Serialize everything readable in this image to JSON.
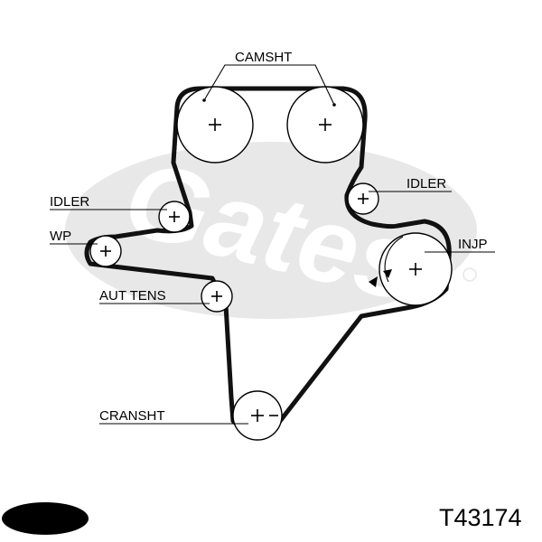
{
  "labels": {
    "camsht": "CAMSHT",
    "idler_left": "IDLER",
    "idler_right": "IDLER",
    "wp": "WP",
    "injp": "INJP",
    "aut_tens": "AUT TENS",
    "cranksht": "CRANSHT"
  },
  "part_number": "T43174",
  "brand": {
    "watermark": "Gates",
    "logo": "Gates"
  },
  "colors": {
    "belt": "#111111",
    "watermark": "#e6e6e6",
    "text": "#000000"
  }
}
